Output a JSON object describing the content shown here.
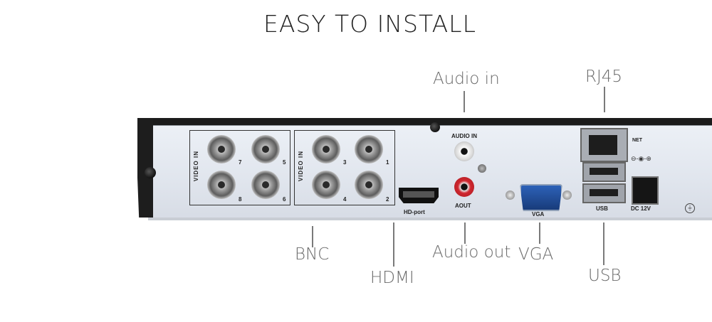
{
  "title": "EASY TO INSTALL",
  "callouts": {
    "audio_in": "Audio in",
    "rj45": "RJ45",
    "bnc": "BNC",
    "hdmi": "HDMI",
    "audio_out": "Audio out",
    "vga": "VGA",
    "usb": "USB"
  },
  "panel_labels": {
    "video_in": "VIDEO IN",
    "audio_in": "AUDIO IN",
    "aout": "AOUT",
    "hd_port": "HD-port",
    "vga": "VGA",
    "net": "NET",
    "usb": "USB",
    "dc": "DC 12V"
  },
  "bnc_numbers": {
    "group1": [
      "7",
      "5",
      "8",
      "6"
    ],
    "group2": [
      "3",
      "1",
      "4",
      "2"
    ]
  },
  "colors": {
    "audio_out_ring": "#d0262e",
    "vga_port": "#2d62b8",
    "panel": "#e5e9f0",
    "chassis": "#1b1b1b"
  }
}
